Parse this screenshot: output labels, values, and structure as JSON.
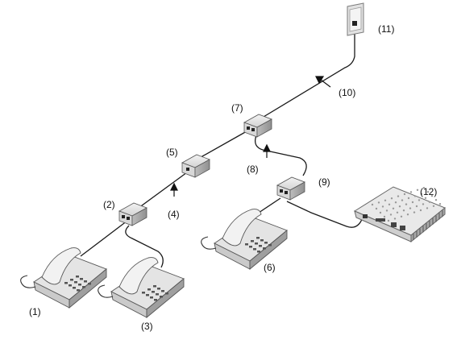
{
  "callouts": {
    "c1": "(1)",
    "c2": "(2)",
    "c3": "(3)",
    "c4": "(4)",
    "c5": "(5)",
    "c6": "(6)",
    "c7": "(7)",
    "c8": "(8)",
    "c9": "(9)",
    "c10": "(10)",
    "c11": "(11)",
    "c12": "(12)"
  },
  "colors": {
    "line": "#1a1a1a",
    "device_light": "#e6e6e6",
    "device_mid": "#c9c9c9",
    "device_dark": "#9a9a9a"
  }
}
